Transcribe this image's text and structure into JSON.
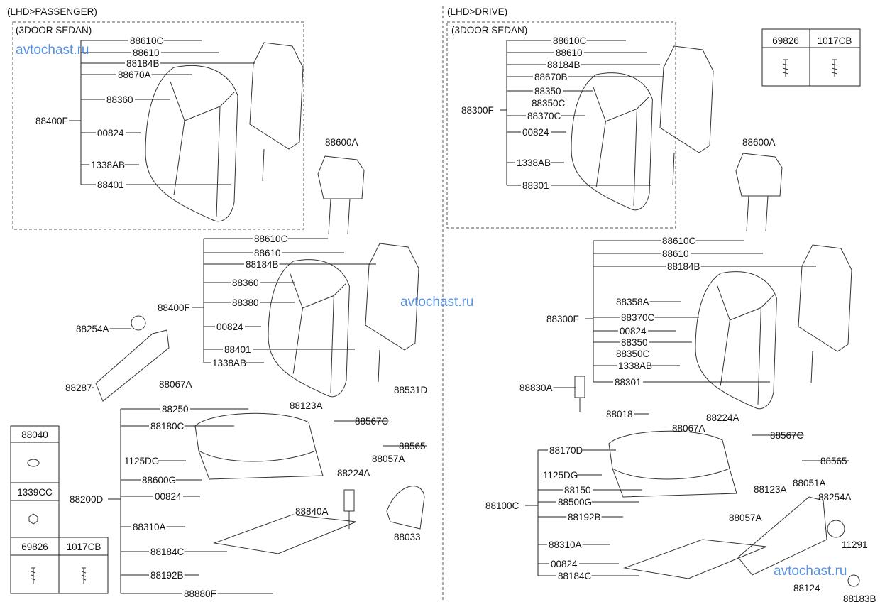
{
  "sections": {
    "left_title": "(LHD>PASSENGER)",
    "left_box_title": "(3DOOR SEDAN)",
    "right_title": "(LHD>DRIVE)",
    "right_box_title": "(3DOOR SEDAN)"
  },
  "watermarks": [
    "avtochast.ru",
    "avtochast.ru",
    "avtochast.ru"
  ],
  "callouts": [
    "88610C",
    "88610",
    "88184B",
    "88670A",
    "88360",
    "88400F",
    "00824",
    "1338AB",
    "88401",
    "88600A",
    "88610C",
    "88610",
    "88184B",
    "88360",
    "88380",
    "88400F",
    "00824",
    "88401",
    "1338AB",
    "88254A",
    "88287",
    "88067A",
    "88531D",
    "88250",
    "88180C",
    "1125DG",
    "88600G",
    "00824",
    "88200D",
    "88310A",
    "88184C",
    "88192B",
    "88880F",
    "88123A",
    "88567C",
    "88565",
    "88057A",
    "88224A",
    "88840A",
    "88033",
    "88610C",
    "88610",
    "88184B",
    "88670B",
    "88350",
    "88350C",
    "88300F",
    "88370C",
    "00824",
    "1338AB",
    "88301",
    "88600A",
    "88610C",
    "88610",
    "88184B",
    "88358A",
    "88300F",
    "88370C",
    "00824",
    "88350",
    "88350C",
    "1338AB",
    "88301",
    "88830A",
    "88018",
    "88067A",
    "88224A",
    "88567C",
    "88170D",
    "88565",
    "1125DG",
    "88123A",
    "88051A",
    "88254A",
    "88150",
    "88500G",
    "88100C",
    "88192B",
    "88057A",
    "88310A",
    "11291",
    "00824",
    "88184C",
    "88124",
    "88183B"
  ],
  "fastener_tables": {
    "left": {
      "rows": [
        "88040",
        "1339CC"
      ],
      "pair": [
        "69826",
        "1017CB"
      ]
    },
    "right": {
      "pair": [
        "69826",
        "1017CB"
      ]
    }
  },
  "colors": {
    "watermark": "#3a7de0",
    "line": "#222222"
  }
}
